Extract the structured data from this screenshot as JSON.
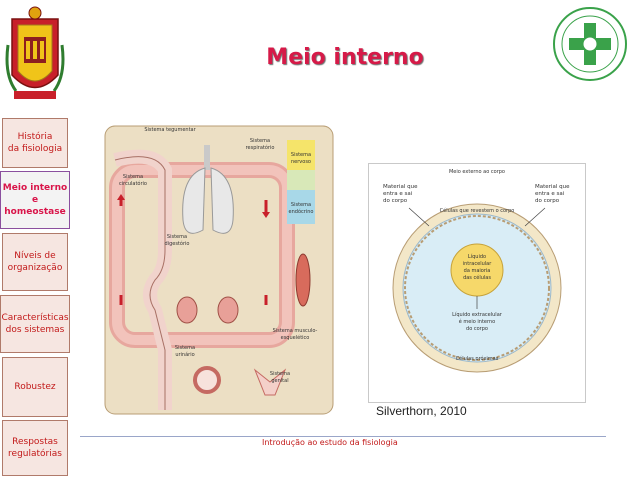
{
  "nav": [
    {
      "label_line1": "História",
      "label_line2": "da fisiologia"
    },
    {
      "label_line1": "Meio interno",
      "label_line2": "e homeostase"
    },
    {
      "label_line1": "Níveis de",
      "label_line2": "organização"
    },
    {
      "label_line1": "Características",
      "label_line2": "dos sistemas"
    },
    {
      "label_line1": "Robustez",
      "label_line2": ""
    },
    {
      "label_line1": "Respostas",
      "label_line2": "regulatórias"
    }
  ],
  "title": "Meio interno",
  "left_diagram": {
    "labels": {
      "integumentar": "Sistema tegumentar",
      "respiratorio_1": "Sistema",
      "respiratorio_2": "respiratório",
      "circulatorio_1": "Sistema",
      "circulatorio_2": "circulatório",
      "nervoso_1": "Sistema",
      "nervoso_2": "nervoso",
      "endocrino_1": "Sistema",
      "endocrino_2": "endócrino",
      "digestorio_1": "Sistema",
      "digestorio_2": "digestório",
      "musculo_1": "Sistema musculo-",
      "musculo_2": "esquelético",
      "urinario_1": "Sistema",
      "urinario_2": "urinário",
      "genital_1": "Sistema",
      "genital_2": "genital"
    }
  },
  "right_diagram": {
    "heading": "Meio externo ao corpo",
    "enter_1": "Material que",
    "enter_2": "entra e sai",
    "enter_3": "do corpo",
    "exit_1": "Material que",
    "exit_2": "entra e sai",
    "exit_3": "do corpo",
    "membrane_top": "Células que revestem o corpo",
    "intracellular_1": "Líquido",
    "intracellular_2": "intracelular",
    "intracellular_3": "da maioria",
    "intracellular_4": "das células",
    "extracellular_1": "Líquido extracelular",
    "extracellular_2": "é meio interno",
    "extracellular_3": "do corpo",
    "membrane_bottom": "Células próximas"
  },
  "credit": "Silverthorn, 2010",
  "footer": "Introdução ao estudo da fisiologia",
  "colors": {
    "accent": "#d61a48",
    "nav_text": "#c21a1a",
    "nav_bg": "#f6e6e1"
  }
}
